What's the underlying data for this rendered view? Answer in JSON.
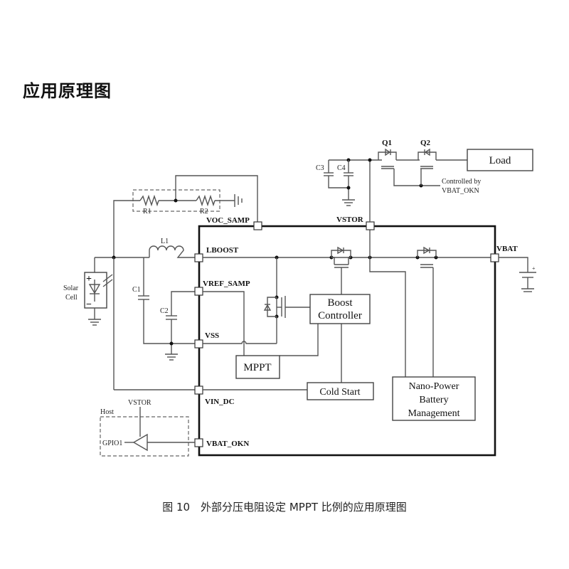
{
  "page": {
    "heading": "应用原理图",
    "caption": "图 10　外部分压电阻设定 MPPT 比例的应用原理图"
  },
  "diagram": {
    "pins": {
      "voc_samp": "VOC_SAMP",
      "vstor": "VSTOR",
      "lboost": "LBOOST",
      "vref_samp": "VREF_SAMP",
      "vss": "VSS",
      "vin_dc": "VIN_DC",
      "vbat_okn": "VBAT_OKN",
      "vbat": "VBAT"
    },
    "blocks": {
      "boost_line1": "Boost",
      "boost_line2": "Controller",
      "mppt": "MPPT",
      "cold_start": "Cold Start",
      "nano_line1": "Nano-Power",
      "nano_line2": "Battery",
      "nano_line3": "Management",
      "load": "Load"
    },
    "components": {
      "r1": "R1",
      "r2": "R2",
      "l1": "L1",
      "c1": "C1",
      "c2": "C2",
      "c3": "C3",
      "c4": "C4",
      "q1": "Q1",
      "q2": "Q2",
      "solar_line1": "Solar",
      "solar_line2": "Cell",
      "host": "Host",
      "gpio1": "GPIO1",
      "host_vstor": "VSTOR",
      "controlled_line1": "Controlled by",
      "controlled_line2": "VBAT_OKN",
      "plus": "+",
      "minus": "−"
    }
  }
}
